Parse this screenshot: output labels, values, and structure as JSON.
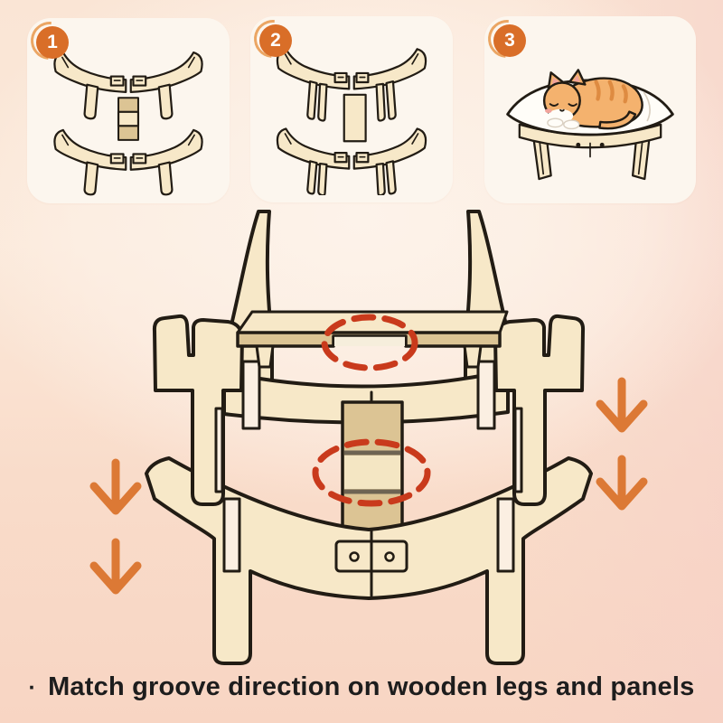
{
  "colors": {
    "background_top": "#FAE5D5",
    "background_bottom": "#F8D5C3",
    "background_center_glow": "#FDF3EA",
    "card_background": "#FCF6EE",
    "badge_orange": "#D96E28",
    "badge_ring": "#EBA664",
    "wood_light": "#F7E8C8",
    "wood_dark": "#DCC494",
    "outline_dark": "#221C14",
    "groove_red": "#C93A1C",
    "groove_line": "#6E6453",
    "arrow_orange": "#DC7935",
    "caption_color": "#1D1D1D",
    "slot_background": "#FBEFE2",
    "hammock_white": "#FFFDF8",
    "cat_orange": "#F4B26E",
    "cat_stripe": "#DE8B41",
    "cat_blush": "#F0A29A"
  },
  "steps": [
    {
      "number": "1",
      "illustration": "two-panel-rails-with-connector-blocks"
    },
    {
      "number": "2",
      "illustration": "two-leg-rails-with-center-plank"
    },
    {
      "number": "3",
      "illustration": "cat-sleeping-on-assembled-bed"
    }
  ],
  "diagram": {
    "highlights": [
      "top-bar-groove",
      "center-plank-groove"
    ],
    "arrow_direction": "down",
    "arrow_count": 4
  },
  "caption": {
    "bullet": "·",
    "text": "Match groove direction on wooden legs and panels"
  }
}
